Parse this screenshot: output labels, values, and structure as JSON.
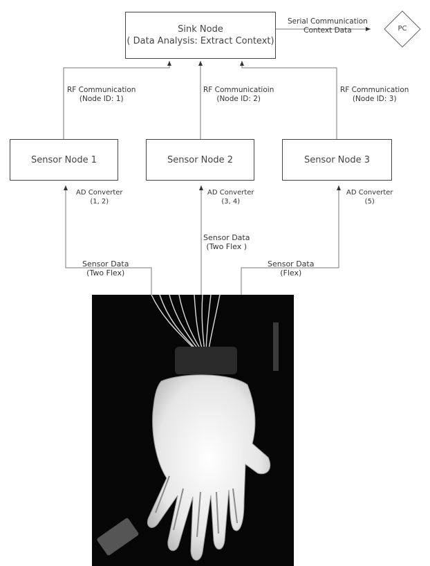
{
  "sink_node": {
    "title": "Sink Node",
    "subtitle": "( Data Analysis: Extract Context)"
  },
  "pc": {
    "label": "PC"
  },
  "serial_link": {
    "line1": "Serial Communication",
    "line2": "Context Data"
  },
  "rf_links": [
    {
      "line1": "RF Communication",
      "line2": "(Node ID: 1)"
    },
    {
      "line1": "RF Communicatioin",
      "line2": "(Node ID: 2)"
    },
    {
      "line1": "RF Communication",
      "line2": "(Node ID: 3)"
    }
  ],
  "sensor_nodes": [
    {
      "label": "Sensor Node 1"
    },
    {
      "label": "Sensor Node 2"
    },
    {
      "label": "Sensor Node 3"
    }
  ],
  "ad_converters": [
    {
      "line1": "AD Converter",
      "line2": "(1, 2)"
    },
    {
      "line1": "AD Converter",
      "line2": "(3, 4)"
    },
    {
      "line1": "AD Converter",
      "line2": "(5)"
    }
  ],
  "sensor_data": [
    {
      "line1": "Sensor Data",
      "line2": "(Two Flex)"
    },
    {
      "line1": "Sensor Data",
      "line2": "(Two Flex )"
    },
    {
      "line1": "Sensor Data",
      "line2": "(Flex)"
    }
  ],
  "photo": {
    "subject": "data glove with flex sensors"
  }
}
